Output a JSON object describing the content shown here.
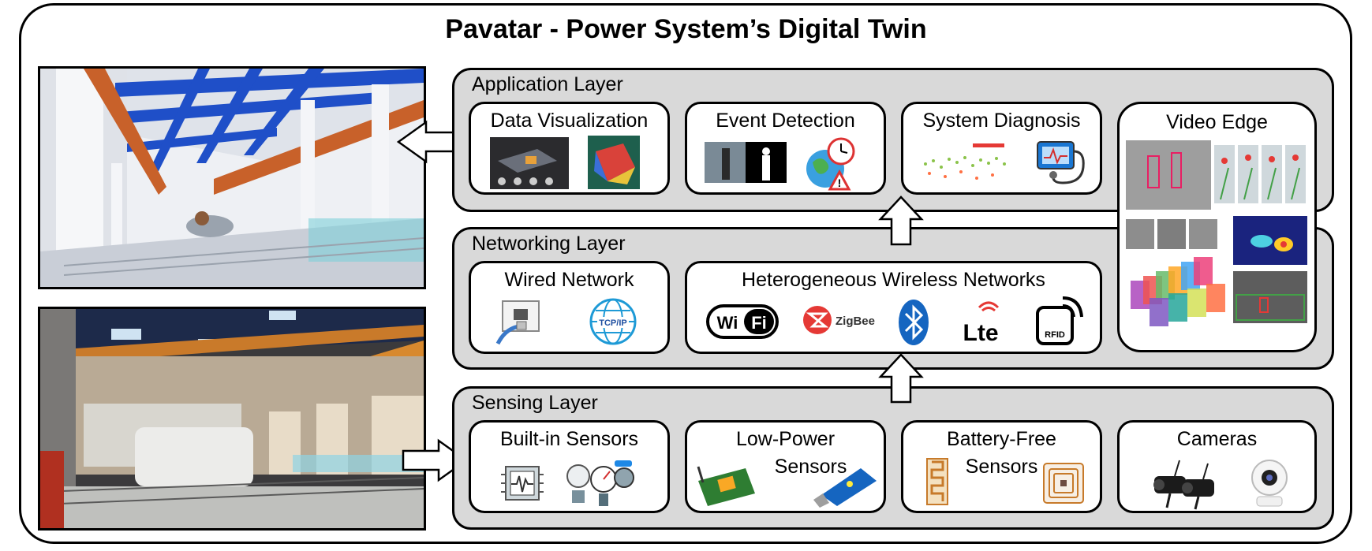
{
  "title": "Pavatar - Power System’s Digital Twin",
  "layers": {
    "application": {
      "label": "Application Layer",
      "boxes": [
        {
          "label": "Data Visualization"
        },
        {
          "label": "Event Detection"
        },
        {
          "label": "System Diagnosis"
        }
      ]
    },
    "networking": {
      "label": "Networking Layer",
      "wired": {
        "label": "Wired Network",
        "tcpip": "TCP/IP"
      },
      "wireless": {
        "label": "Heterogeneous Wireless Networks",
        "wifi": "Wi Fi",
        "zigbee": "ZigBee",
        "lte": "Lte",
        "rfid": "RFID"
      }
    },
    "sensing": {
      "label": "Sensing Layer",
      "boxes": [
        {
          "label": "Built-in Sensors"
        },
        {
          "line1": "Low-Power",
          "line2": "Sensors"
        },
        {
          "line1": "Battery-Free",
          "line2": "Sensors"
        },
        {
          "label": "Cameras"
        }
      ]
    }
  },
  "video_edge": {
    "label": "Video Edge"
  },
  "colors": {
    "layer_bg": "#d9d9d9",
    "arrow_fill": "#ffffff",
    "girder_orange": "#c8612a",
    "beam_blue": "#1f4fc8"
  }
}
